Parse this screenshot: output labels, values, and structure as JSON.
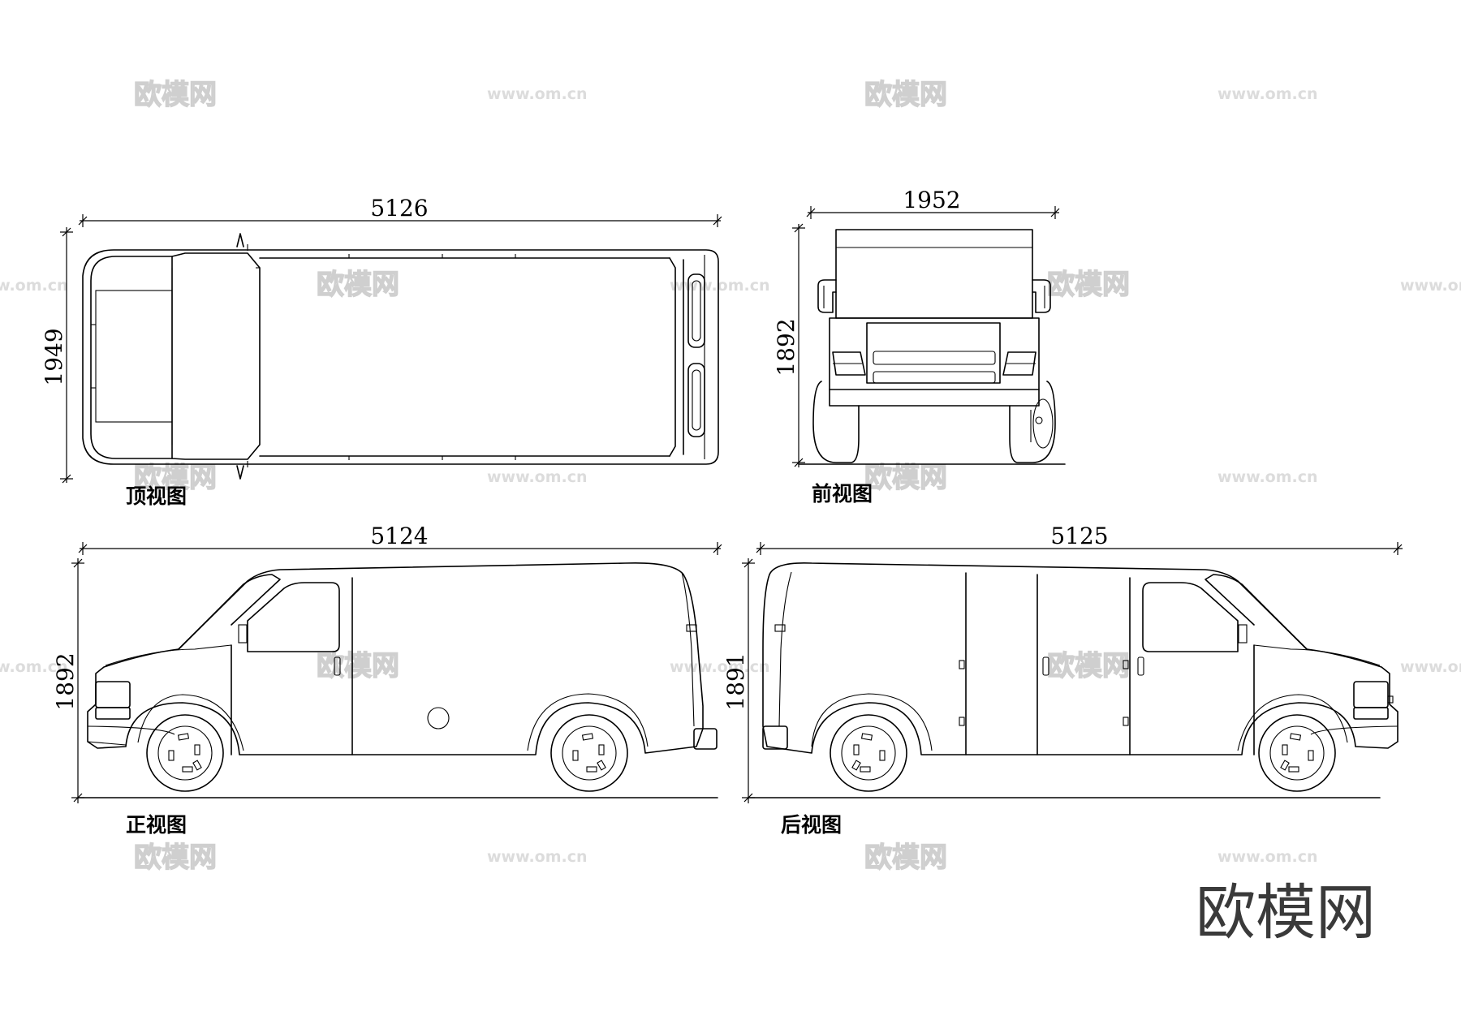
{
  "views": {
    "top": {
      "caption": "顶视图",
      "length_dim": "5126",
      "width_dim": "1949"
    },
    "front": {
      "caption": "前视图",
      "width_dim": "1952",
      "height_dim": "1892"
    },
    "side": {
      "caption": "正视图",
      "length_dim": "5124",
      "height_dim": "1892"
    },
    "rear": {
      "caption": "后视图",
      "length_dim": "5125",
      "height_dim": "1891"
    }
  },
  "watermark": {
    "brand": "欧模网",
    "url": "www.om.cn"
  },
  "brand_logo": "欧模网"
}
